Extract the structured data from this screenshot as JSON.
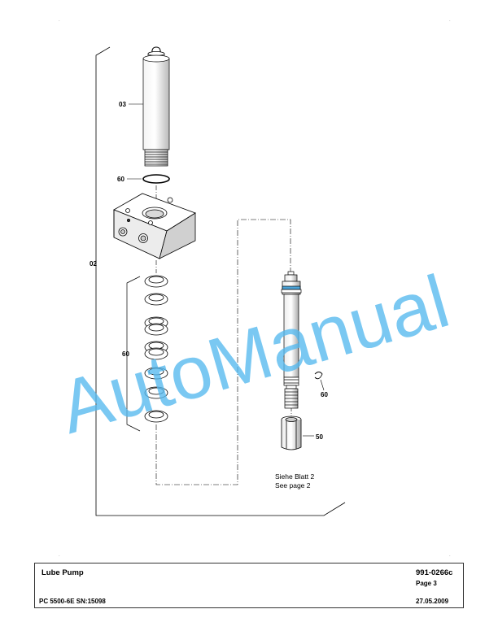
{
  "drawing": {
    "callouts": {
      "assembly": "02",
      "cylinder": "03",
      "oring_top": "60",
      "seals": "60",
      "oring_piston": "60",
      "nut": "50"
    },
    "note_line1": "Siehe Blatt 2",
    "note_line2": "See page 2"
  },
  "watermark": "AutoManual",
  "title_block": {
    "title": "Lube Pump",
    "doc_number": "991-0266c",
    "page": "Page 3",
    "model": "PC 5500-6E SN:15098",
    "date": "27.05.2009"
  },
  "colors": {
    "watermark": "#54b9ee",
    "line": "#000000",
    "piston_ring": "#4aa3d8"
  }
}
